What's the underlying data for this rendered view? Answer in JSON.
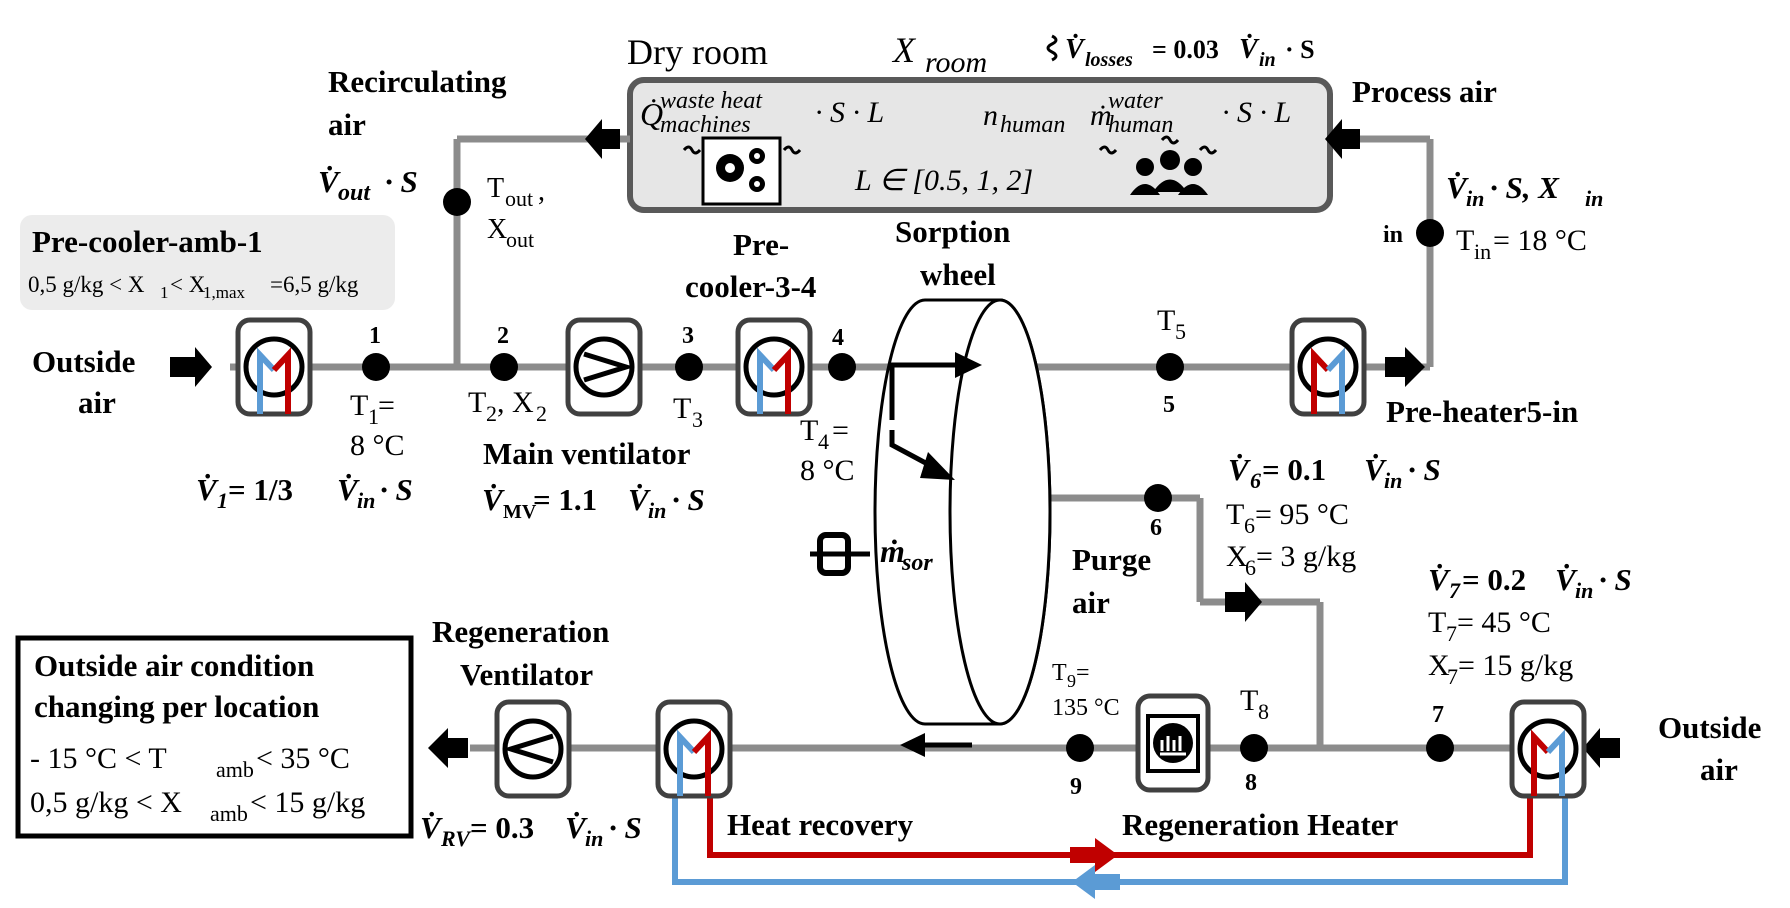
{
  "room": {
    "title": "Dry room",
    "x_room": "X",
    "x_room_sub": "room",
    "losses_v": "V̇",
    "losses_sub": "losses",
    "losses_rest": "= 0.03",
    "losses_v2": "V̇",
    "losses_sub2": "in",
    "losses_tail": "· S",
    "q_waste": "Q̇",
    "q_sup": "waste heat",
    "q_sub": "machines",
    "q_tail": "· S · L",
    "n_human": "n",
    "n_sub": "human",
    "m_water": "ṁ",
    "m_sup": "water",
    "m_sub": "human",
    "m_tail": "· S · L",
    "l_set": "L ∈ [0.5, 1, 2]"
  },
  "labels": {
    "recirc_1": "Recirculating",
    "recirc_2": "air",
    "process_air": "Process air",
    "vout": "V̇",
    "vout_sub": "out",
    "vout_tail": "· S",
    "tout": "T",
    "tout_sub": "out",
    "tout_comma": ",",
    "xout": "X",
    "xout_sub": "out",
    "vin_s": "V̇",
    "vin_sub": "in",
    "vin_tail": "· S, X",
    "vin_tail_sub": "in",
    "in_label": "in",
    "tin": "T",
    "tin_sub": "in",
    "tin_val": "= 18 °C",
    "precooler_amb_title": "Pre-cooler-amb-1",
    "precooler_amb_cond_a": "0,5 g/kg < X",
    "precooler_amb_cond_b": "1",
    "precooler_amb_cond_c": "< X",
    "precooler_amb_cond_d": "1,max",
    "precooler_amb_cond_e": "=6,5 g/kg",
    "outside_air_1": "Outside",
    "outside_air_2": "air",
    "p1": "1",
    "p2": "2",
    "p3": "3",
    "p4": "4",
    "p5": "5",
    "p6": "6",
    "p7": "7",
    "p8": "8",
    "p9": "9",
    "t1_a": "T",
    "t1_sub": "1",
    "t1_eq": " =",
    "t1_val": "8 °C",
    "t2_a": "T",
    "t2_sub": "2",
    "t2_mid": ", X",
    "x2_sub": "2",
    "t3_a": "T",
    "t3_sub": "3",
    "t4_a": "T",
    "t4_sub": "4",
    "t4_eq": " =",
    "t4_val": "8 °C",
    "t5_a": "T",
    "t5_sub": "5",
    "precooler34_1": "Pre-",
    "precooler34_2": "cooler-3-4",
    "sorption_1": "Sorption",
    "sorption_2": "wheel",
    "preheater": "Pre-heater5-in",
    "main_vent": "Main ventilator",
    "v1": "V̇",
    "v1_sub": "1",
    "v1_tail": " = 1/3 ",
    "v1_v": "V̇",
    "v1_in": "in",
    "v1_s": " · S",
    "vmv": "V̇",
    "vmv_sub": "MV",
    "vmv_tail": " = 1.1 ",
    "vmv_v": "V̇",
    "vmv_in": "in",
    "vmv_s": " · S",
    "msor": "ṁ",
    "msor_sub": "sor",
    "v6": "V̇",
    "v6_sub": "6",
    "v6_tail": " = 0.1 ",
    "v6_v": "V̇",
    "v6_in": "in",
    "v6_s": " · S",
    "t6_a": "T",
    "t6_sub": "6",
    "t6_val": " = 95 °C",
    "x6_a": "X",
    "x6_sub": "6",
    "x6_val": " = 3 g/kg",
    "purge_1": "Purge",
    "purge_2": "air",
    "v7": "V̇",
    "v7_sub": "7",
    "v7_tail": "= 0.2 ",
    "v7_v": "V̇",
    "v7_in": "in",
    "v7_s": " · S",
    "t7_a": "T",
    "t7_sub": "7",
    "t7_val": " = 45 °C",
    "x7_a": "X",
    "x7_sub": "7",
    "x7_val": " = 15 g/kg",
    "t9_a": "T",
    "t9_sub": "9",
    "t9_eq": " =",
    "t9_val": "135 °C",
    "t8_a": "T",
    "t8_sub": "8",
    "regen_vent_1": "Regeneration",
    "regen_vent_2": "Ventilator",
    "vrv": "V̇",
    "vrv_sub": "RV",
    "vrv_tail": "= 0.3 ",
    "vrv_v": "V̇",
    "vrv_in": "in",
    "vrv_s": " · S",
    "heat_recovery": "Heat recovery",
    "regen_heater": "Regeneration Heater",
    "outside_right_1": "Outside",
    "outside_right_2": "air"
  },
  "outside_box": {
    "title_1": "Outside air condition",
    "title_2": "changing per location",
    "t_range_a": "- 15 °C < T",
    "t_range_sub": "amb",
    "t_range_b": " < 35 °C",
    "x_range_a": "0,5 g/kg < X",
    "x_range_sub": "amb",
    "x_range_b": " < 15 g/kg"
  },
  "colors": {
    "pipe": "#8c8c8c",
    "hot": "#c00000",
    "cold": "#5b9bd5",
    "room_fill": "#e6e6e6",
    "box_fill": "#ececec"
  },
  "icons": [
    "gears-icon",
    "people-icon",
    "fan-icon",
    "heat-exchanger-icon",
    "heater-icon",
    "motor-icon"
  ]
}
